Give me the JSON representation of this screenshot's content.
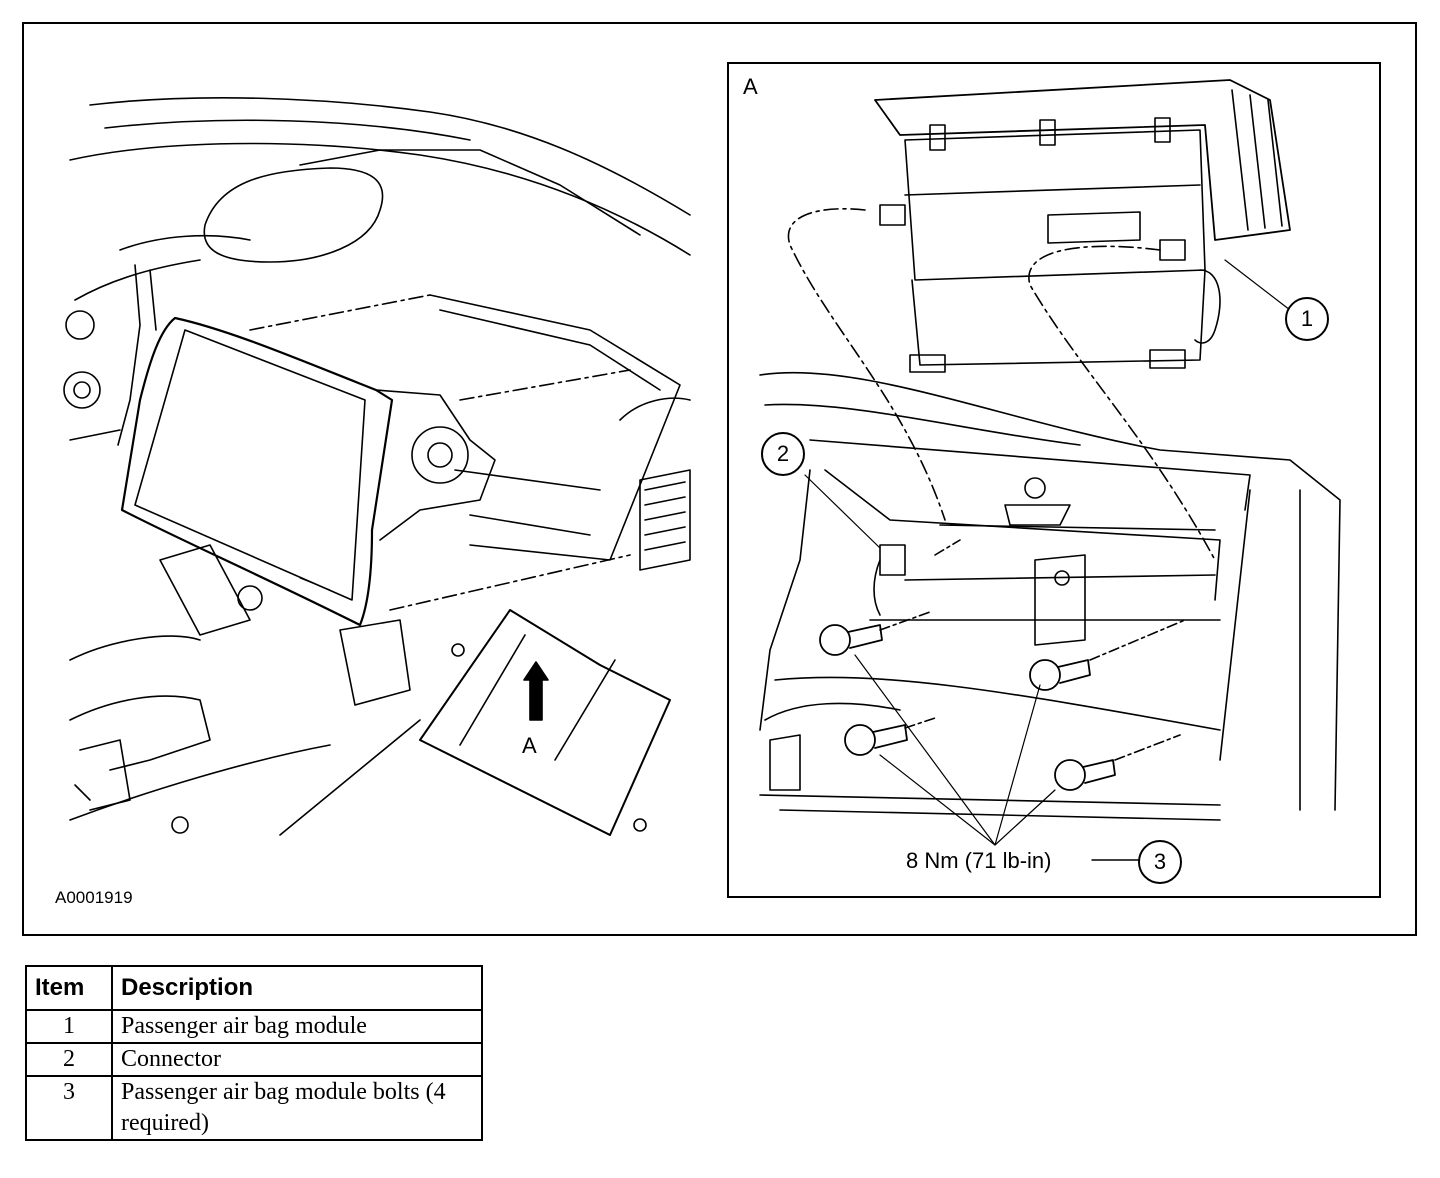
{
  "figure": {
    "id": "A0001919",
    "view_label": "A",
    "detail_label": "A",
    "torque": "8 Nm (71 lb-in)",
    "callouts": [
      "1",
      "2",
      "3"
    ]
  },
  "legend": {
    "headers": {
      "item": "Item",
      "description": "Description"
    },
    "rows": [
      {
        "item": "1",
        "description": "Passenger air bag module"
      },
      {
        "item": "2",
        "description": "Connector"
      },
      {
        "item": "3",
        "description": "Passenger air bag module bolts (4 required)"
      }
    ]
  }
}
